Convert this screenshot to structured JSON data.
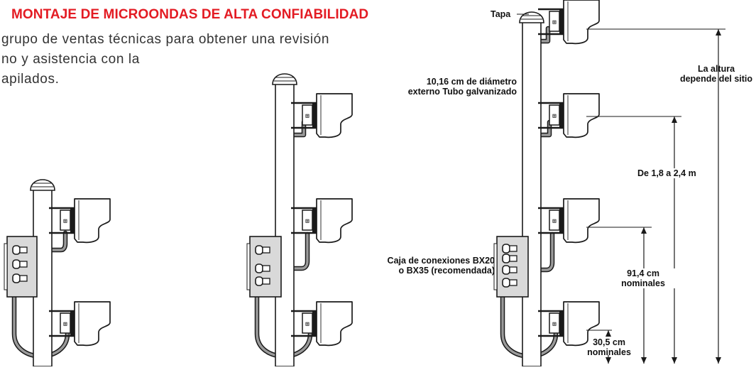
{
  "heading": {
    "title": "MONTAJE DE MICROONDAS DE ALTA CONFIABILIDAD",
    "intro_lines": [
      "grupo de ventas técnicas para obtener una revisión",
      "no y asistencia con la",
      "apilados."
    ]
  },
  "callouts": {
    "cap": "Tapa",
    "pipe_line1": "10,16 cm de diámetro",
    "pipe_line2": "externo Tubo galvanizado",
    "height_line1": "La altura",
    "height_line2": "depende del sitio",
    "spacing_upper": "De 1,8 a 2,4 m",
    "box_line1": "Caja de conexiones BX20",
    "box_line2": "o BX35 (recomendada)",
    "spacing_mid_line1": "91,4 cm",
    "spacing_mid_line2": "nominales",
    "spacing_low_line1": "30,5 cm",
    "spacing_low_line2": "nominales"
  },
  "colors": {
    "title": "#e31b23",
    "text": "#333333",
    "line": "#1a1a1a",
    "cable": "#9a9a9a",
    "box": "#d9d9d9"
  }
}
